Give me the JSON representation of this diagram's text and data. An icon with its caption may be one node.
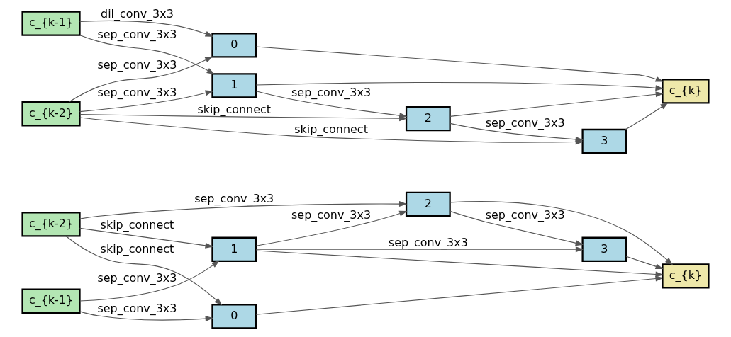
{
  "diagram": {
    "nodes": [
      {
        "text": [
          "c_{k-2}"
        ]
      },
      {
        "text": [
          "c_{k-1}"
        ]
      },
      {
        "text": [
          "0"
        ]
      },
      {
        "text": [
          "1"
        ]
      },
      {
        "text": [
          "2"
        ]
      },
      {
        "text": [
          "3"
        ]
      },
      {
        "text": [
          "c_{k}"
        ]
      },
      {
        "text": [
          "c_{k-1}"
        ]
      },
      {
        "text": [
          "c_{k-2}"
        ]
      },
      {
        "text": [
          "0"
        ]
      },
      {
        "text": [
          "1"
        ]
      },
      {
        "text": [
          "2"
        ]
      },
      {
        "text": [
          "3"
        ]
      },
      {
        "text": [
          "c_{k}"
        ]
      }
    ],
    "edges": [
      {
        "from": 0,
        "to": 4,
        "arrow": "to",
        "label": "sep_conv_3x3"
      },
      {
        "from": 0,
        "to": 3,
        "arrow": "to",
        "label": "skip_connect"
      },
      {
        "from": 0,
        "to": 2,
        "arrow": "to",
        "label": "skip_connect"
      },
      {
        "from": 1,
        "to": 3,
        "arrow": "to",
        "label": "sep_conv_3x3"
      },
      {
        "from": 1,
        "to": 2,
        "arrow": "to",
        "label": "sep_conv_3x3"
      },
      {
        "from": 3,
        "to": 4,
        "arrow": "to",
        "label": "sep_conv_3x3"
      },
      {
        "from": 4,
        "to": 5,
        "arrow": "to",
        "label": "sep_conv_3x3"
      },
      {
        "from": 3,
        "to": 5,
        "arrow": "to",
        "label": "sep_conv_3x3"
      },
      {
        "from": 4,
        "to": 6,
        "arrow": "to"
      },
      {
        "from": 5,
        "to": 6,
        "arrow": "to"
      },
      {
        "from": 3,
        "to": 6,
        "arrow": "to"
      },
      {
        "from": 2,
        "to": 6,
        "arrow": "to"
      },
      {
        "from": 7,
        "to": 9,
        "arrow": "to",
        "label": "dil_conv_3x3"
      },
      {
        "from": 7,
        "to": 10,
        "arrow": "to",
        "label": "sep_conv_3x3"
      },
      {
        "from": 8,
        "to": 9,
        "arrow": "to",
        "label": "sep_conv_3x3"
      },
      {
        "from": 8,
        "to": 10,
        "arrow": "to",
        "label": "sep_conv_3x3"
      },
      {
        "from": 10,
        "to": 11,
        "arrow": "to",
        "label": "sep_conv_3x3"
      },
      {
        "from": 8,
        "to": 11,
        "arrow": "to",
        "label": "skip_connect"
      },
      {
        "from": 11,
        "to": 12,
        "arrow": "to",
        "label": "sep_conv_3x3"
      },
      {
        "from": 8,
        "to": 12,
        "arrow": "to",
        "label": "skip_connect"
      },
      {
        "from": 9,
        "to": 13,
        "arrow": "to"
      },
      {
        "from": 10,
        "to": 13,
        "arrow": "to"
      },
      {
        "from": 11,
        "to": 13,
        "arrow": "to"
      },
      {
        "from": 12,
        "to": 13,
        "arrow": "to"
      }
    ]
  }
}
